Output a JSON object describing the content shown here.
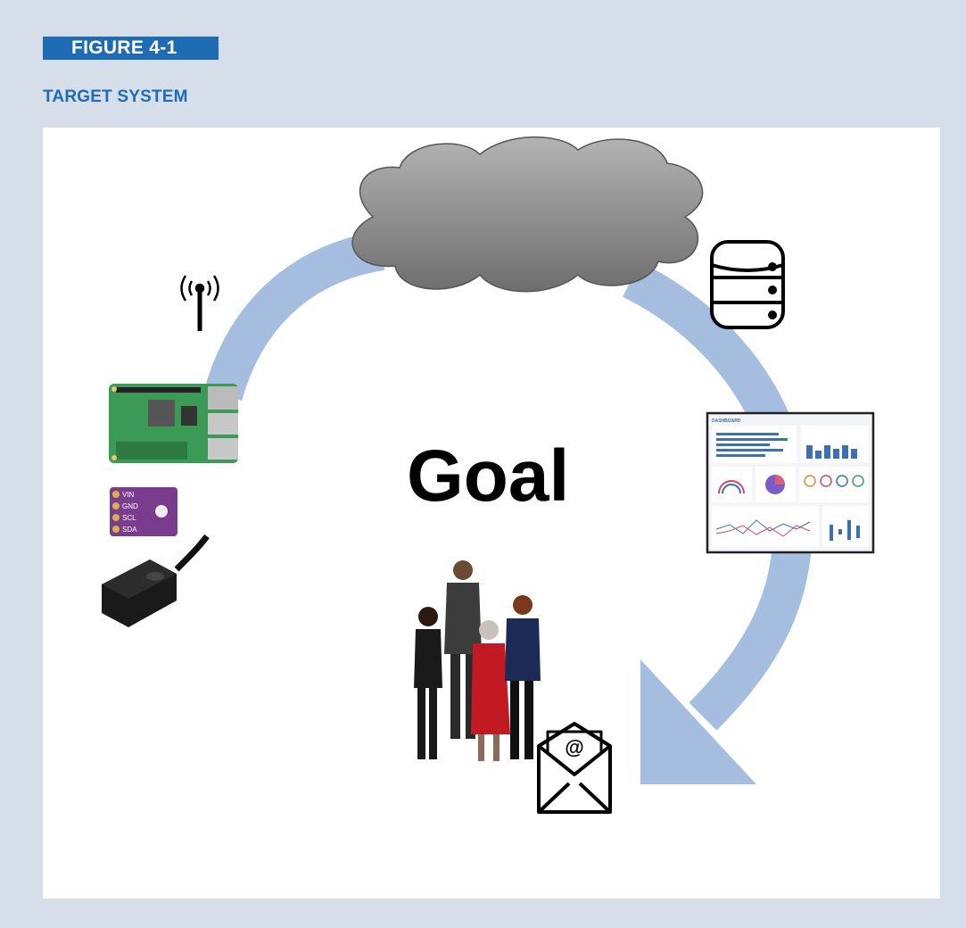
{
  "figure": {
    "label": "FIGURE 4-1",
    "title": "TARGET SYSTEM"
  },
  "diagram": {
    "center_label": "Goal",
    "dashboard_heading": "DASHBOARD",
    "sensor_pins": [
      "VIN",
      "GND",
      "SCL",
      "SDA"
    ]
  },
  "colors": {
    "background": "#d6dee9",
    "accent": "#1e6db4",
    "arrow": "#a5bddf",
    "cloud": "#8c8c8c",
    "pcb": "#3b9a55",
    "sensor_board": "#7a3c8c"
  },
  "icons": [
    "cloud-icon",
    "antenna-icon",
    "database-icon",
    "dashboard-icon",
    "email-icon",
    "people-icon",
    "raspberry-pi-board",
    "sensor-board",
    "proximity-sensor"
  ]
}
